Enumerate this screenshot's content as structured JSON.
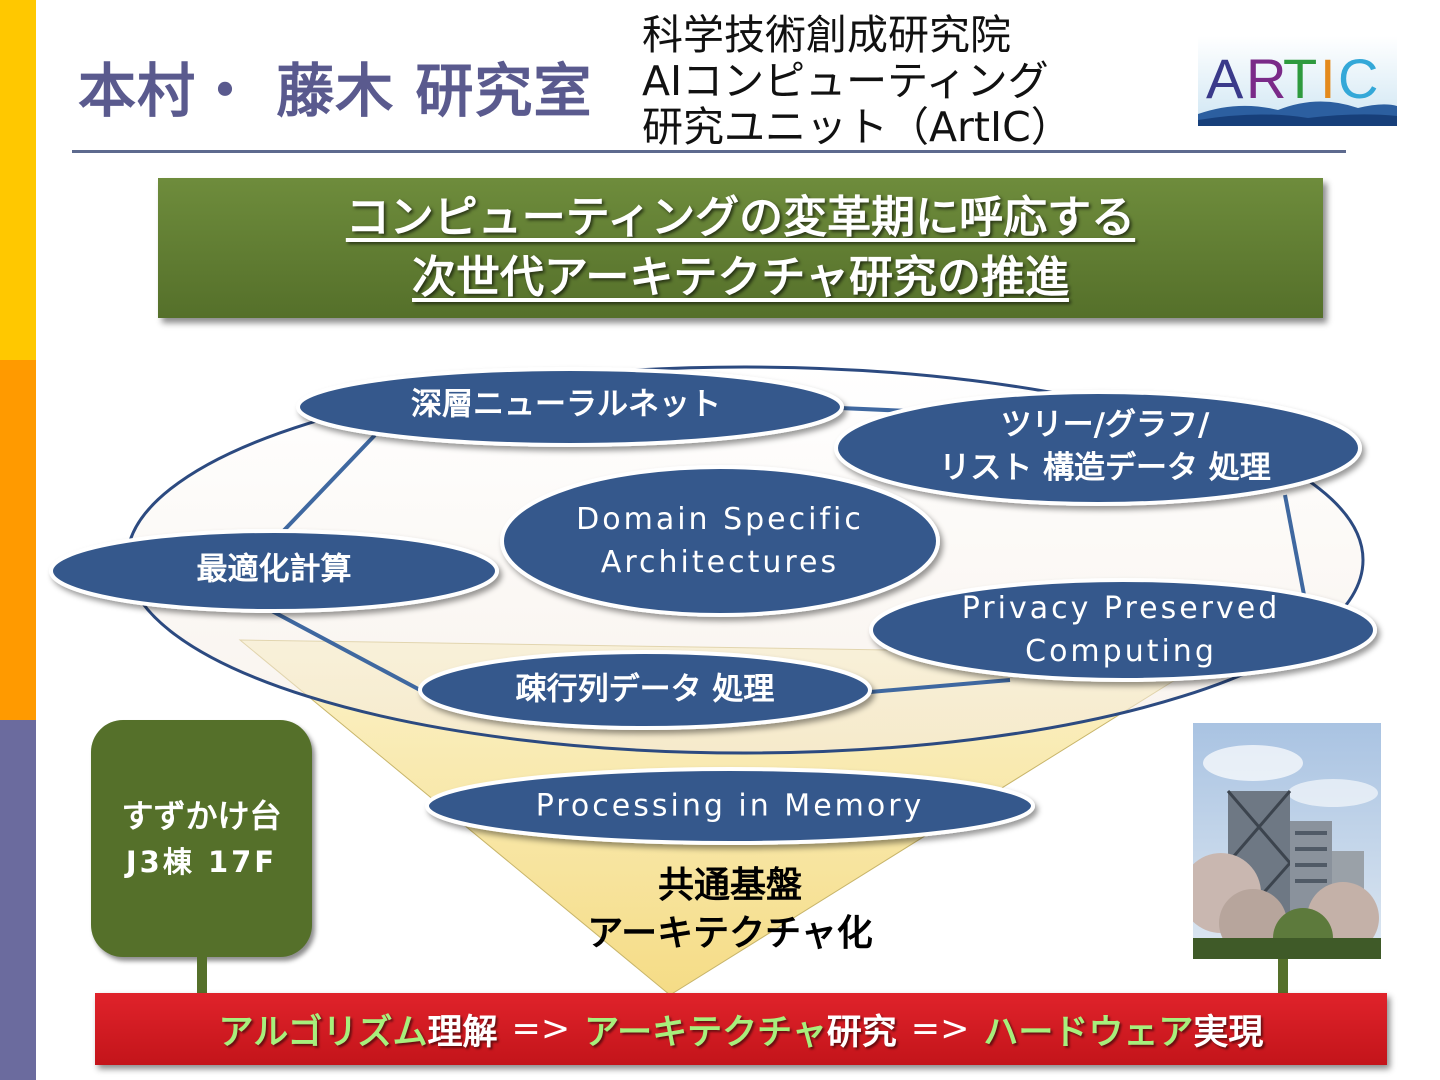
{
  "header": {
    "lab_title": "本村・ 藤木 研究室",
    "unit_name_lines": [
      "科学技術創成研究院",
      "AIコンピューティング",
      "研究ユニット（ArtIC）"
    ],
    "logo_text": "ARTIC",
    "logo_letters": [
      {
        "ch": "A",
        "color": "#3a3a8a"
      },
      {
        "ch": "R",
        "color": "#7a2a88"
      },
      {
        "ch": "T",
        "color": "#2e9a3e"
      },
      {
        "ch": "I",
        "color": "#e48a1c"
      },
      {
        "ch": "C",
        "color": "#34a8d8"
      }
    ]
  },
  "banner": {
    "line1": "コンピューティングの変革期に呼応する",
    "line2": "次世代アーキテクチャ研究の推進"
  },
  "diagram": {
    "topics": {
      "deep_nn": "深層ニューラルネット",
      "tree_graph_line1": "ツリー/グラフ/",
      "tree_graph_line2": "リスト 構造データ 処理",
      "dsa_line1": "Domain Specific",
      "dsa_line2": "Architectures",
      "optimization": "最適化計算",
      "privacy_line1": "Privacy Preserved",
      "privacy_line2": "Computing",
      "sparse": "疎行列データ 処理",
      "pim": "Processing in Memory"
    },
    "common_line1": "共通基盤",
    "common_line2": "アーキテクチャ化"
  },
  "campus": {
    "line1": "すずかけ台",
    "line2": "J3棟 17F"
  },
  "bottom_bar": {
    "algorithm": "アルゴリズム",
    "understanding": "理解",
    "arrow1": "=>",
    "architecture": "アーキテクチャ",
    "research": "研究",
    "arrow2": "=>",
    "hardware": "ハードウェア",
    "realization": "実現"
  },
  "colors": {
    "sidebar_top": "#ffc800",
    "sidebar_mid": "#ff9a00",
    "sidebar_bottom": "#6b6b9e",
    "title_purple": "#5a5a8e",
    "banner_green": "#5e7b32",
    "ellipse_blue": "#36598c",
    "funnel_yellow": "#f9e9a8",
    "bottom_red": "#d51c22",
    "bottom_green_text": "#a7ef7c"
  }
}
